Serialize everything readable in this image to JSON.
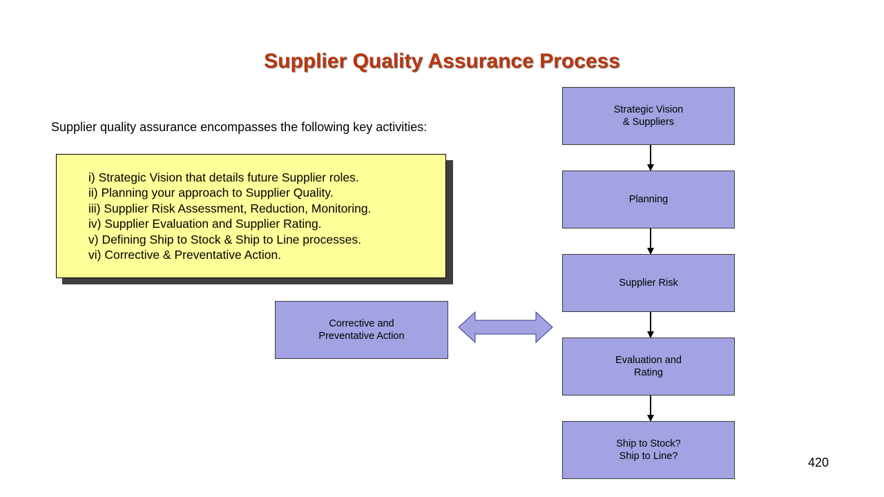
{
  "slide": {
    "title": "Supplier Quality Assurance Process",
    "intro": "Supplier quality assurance encompasses the following key activities:",
    "page_number": "420"
  },
  "activities": [
    "i) Strategic Vision that details future Supplier roles.",
    "ii) Planning your approach to Supplier Quality.",
    "iii) Supplier Risk Assessment, Reduction, Monitoring.",
    "iv) Supplier Evaluation and Supplier Rating.",
    "v) Defining Ship to Stock & Ship to Line processes.",
    "vi) Corrective & Preventative Action."
  ],
  "flow": {
    "steps": [
      "Strategic Vision\n& Suppliers",
      "Planning",
      "Supplier Risk",
      "Evaluation and\nRating",
      "Ship to Stock?\nShip to Line?"
    ],
    "side_step": "Corrective and\nPreventative Action"
  },
  "colors": {
    "title": "#b8360f",
    "box_fill": "#a3a3e3",
    "note_fill": "#ffff99",
    "arrow_fill": "#a3a3e3",
    "arrow_stroke": "#3a3a8a",
    "connector": "#000000"
  }
}
